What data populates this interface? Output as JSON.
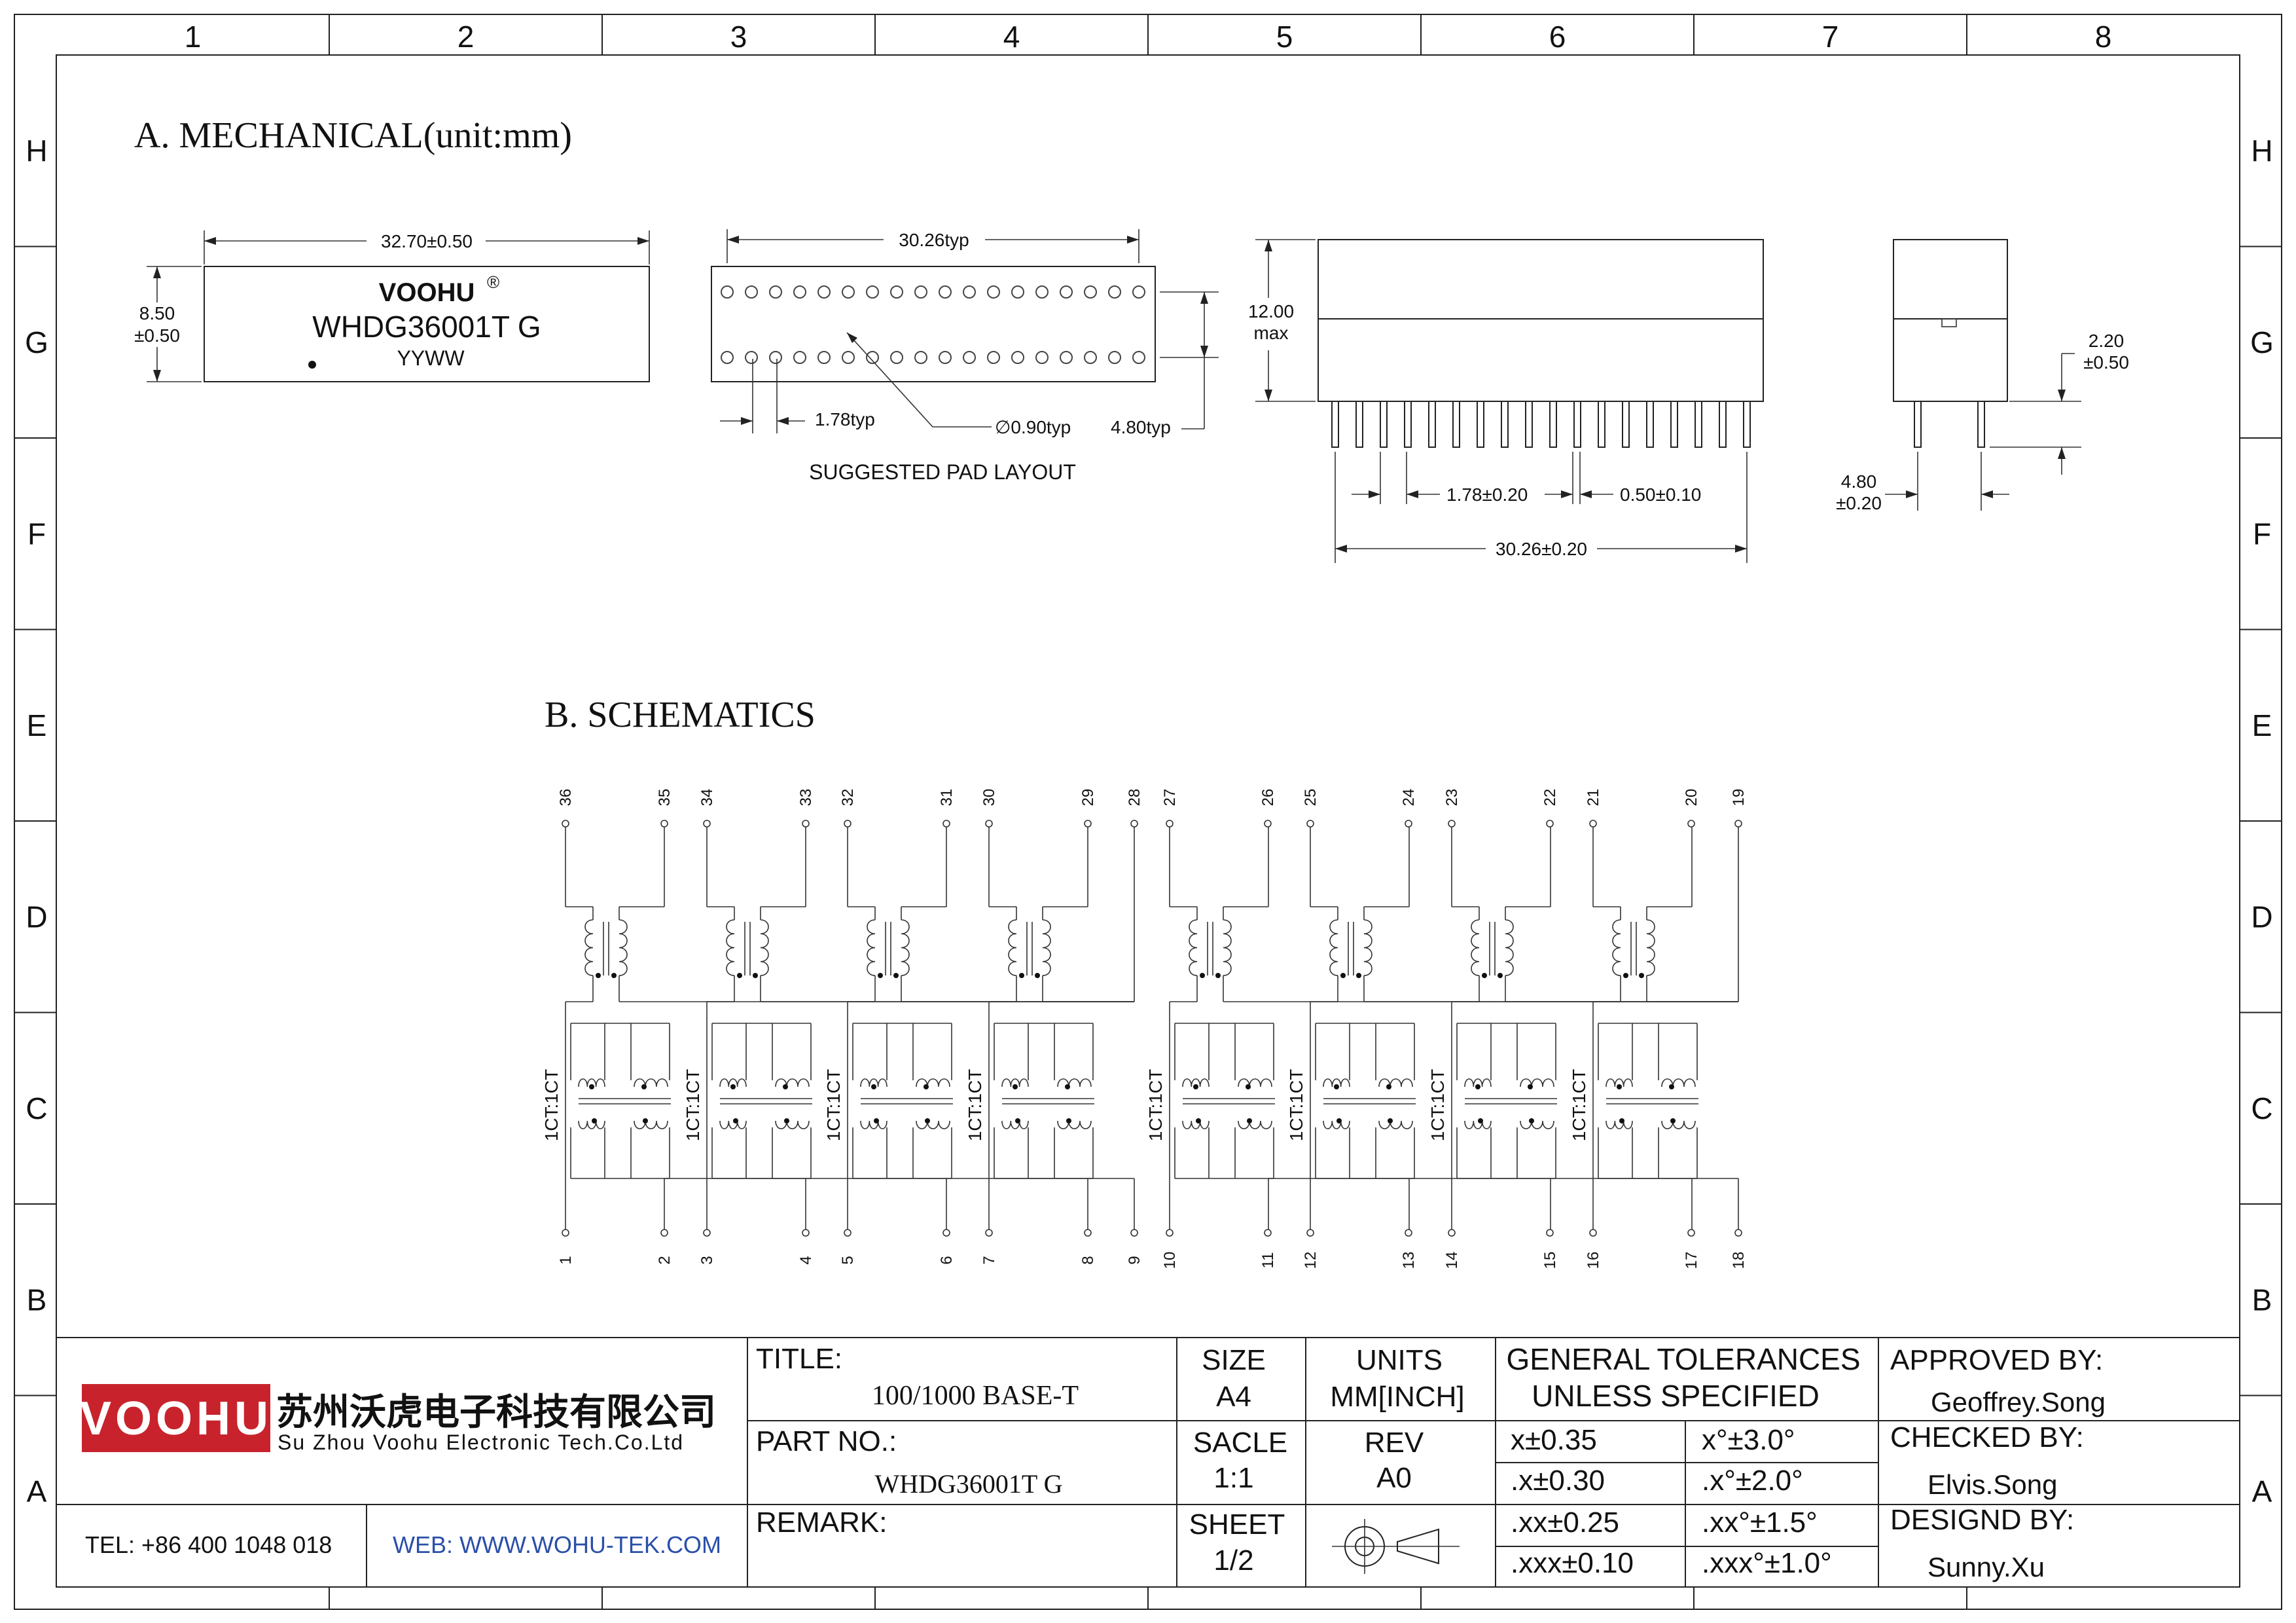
{
  "border": {
    "columns": [
      "1",
      "2",
      "3",
      "4",
      "5",
      "6",
      "7",
      "8"
    ],
    "rows": [
      "H",
      "G",
      "F",
      "E",
      "D",
      "C",
      "B",
      "A"
    ]
  },
  "mechanical": {
    "heading": "A. MECHANICAL(unit:mm)",
    "top_view": {
      "width_dim": "32.70±0.50",
      "height_dim_1": "8.50",
      "height_dim_2": "±0.50",
      "brand": "VOOHU",
      "registered": "®",
      "part": "WHDG36001T G",
      "date_code": "YYWW"
    },
    "pad_layout": {
      "span_dim": "30.26typ",
      "pitch_dim": "1.78typ",
      "hole_dim": "∅0.90typ",
      "row_dim": "4.80typ",
      "caption": "SUGGESTED PAD LAYOUT",
      "pins_per_row": 18
    },
    "side_view": {
      "height_dim_1": "12.00",
      "height_dim_2": "max",
      "pitch_dim": "1.78±0.20",
      "pin_width_dim": "0.50±0.10",
      "span_dim": "30.26±0.20"
    },
    "end_view": {
      "standoff_dim_1": "2.20",
      "standoff_dim_2": "±0.50",
      "row_dim_1": "4.80",
      "row_dim_2": "±0.20"
    }
  },
  "schematics": {
    "heading": "B. SCHEMATICS",
    "top_pins": [
      "36",
      "35",
      "34",
      "33",
      "32",
      "31",
      "30",
      "29",
      "28",
      "27",
      "26",
      "25",
      "24",
      "23",
      "22",
      "21",
      "20",
      "19"
    ],
    "bottom_pins": [
      "1",
      "2",
      "3",
      "4",
      "5",
      "6",
      "7",
      "8",
      "9",
      "10",
      "11",
      "12",
      "13",
      "14",
      "15",
      "16",
      "17",
      "18"
    ],
    "ratio_label": "1CT:1CT"
  },
  "title_block": {
    "logo_text": "VOOHU",
    "company_cn": "苏州沃虎电子科技有限公司",
    "company_en": "Su Zhou Voohu Electronic Tech.Co.Ltd",
    "tel": "TEL: +86 400 1048 018",
    "web": "WEB: WWW.WOHU-TEK.COM",
    "title_label": "TITLE:",
    "title_value": "100/1000 BASE-T",
    "part_label": "PART NO.:",
    "part_value": "WHDG36001T G",
    "remark_label": "REMARK:",
    "size_label": "SIZE",
    "size_value": "A4",
    "units_label": "UNITS",
    "units_value": "MM[INCH]",
    "scale_label": "SACLE",
    "scale_value": "1:1",
    "rev_label": "REV",
    "rev_value": "A0",
    "sheet_label": "SHEET",
    "sheet_value": "1/2",
    "tol_header_1": "GENERAL TOLERANCES",
    "tol_header_2": "UNLESS SPECIFIED",
    "tolerances": [
      [
        "x±0.35",
        "x°±3.0°"
      ],
      [
        ".x±0.30",
        ".x°±2.0°"
      ],
      [
        ".xx±0.25",
        ".xx°±1.5°"
      ],
      [
        ".xxx±0.10",
        ".xxx°±1.0°"
      ]
    ],
    "approved_label": "APPROVED BY:",
    "approved_value": "Geoffrey.Song",
    "checked_label": "CHECKED BY:",
    "checked_value": "Elvis.Song",
    "design_label": "DESIGND BY:",
    "design_value": "Sunny.Xu"
  }
}
